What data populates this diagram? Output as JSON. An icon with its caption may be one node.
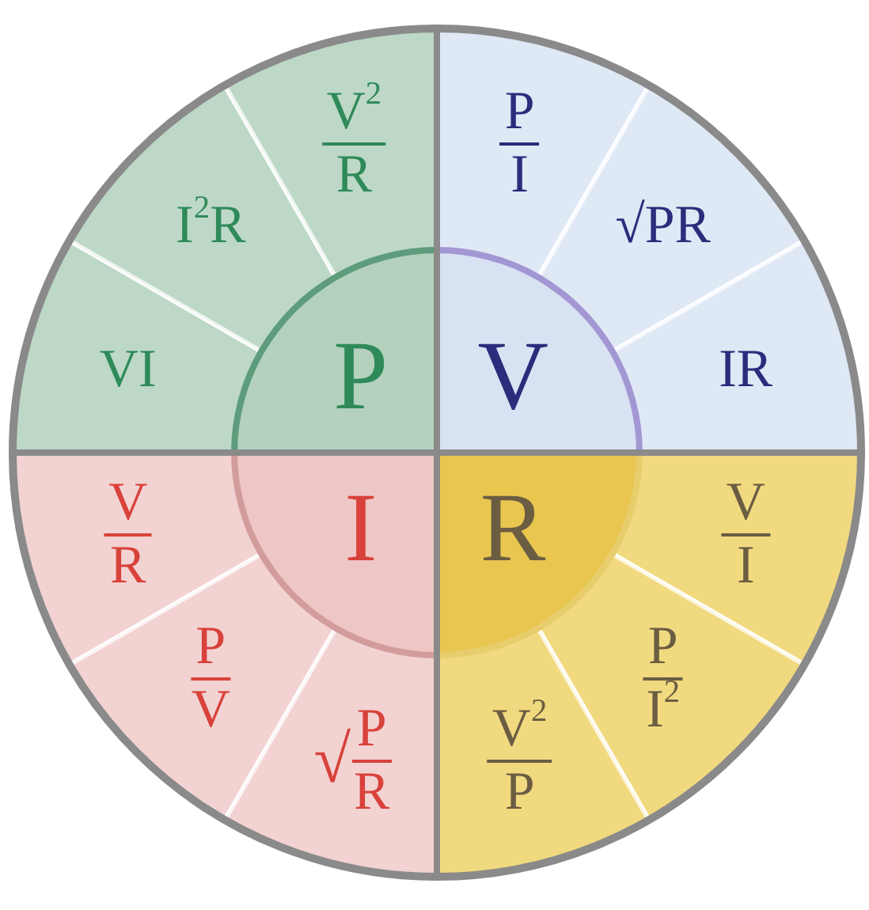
{
  "diagram": {
    "nodes": [
      {
        "text": [
          "P"
        ]
      },
      {
        "text": [
          "VI"
        ]
      },
      {
        "text": [
          "I$^{2}$R"
        ]
      },
      {
        "text": [
          "V$^{2}$",
          "R"
        ]
      },
      {
        "text": [
          "V"
        ]
      },
      {
        "text": [
          "P",
          "I"
        ]
      },
      {
        "text": [
          "√PR"
        ]
      },
      {
        "text": [
          "IR"
        ]
      },
      {
        "text": [
          "I"
        ]
      },
      {
        "text": [
          "V",
          "R"
        ]
      },
      {
        "text": [
          "P",
          "V"
        ]
      },
      {
        "text": [
          "√",
          "P",
          "R"
        ]
      },
      {
        "text": [
          "R"
        ]
      },
      {
        "text": [
          "V",
          "I"
        ]
      },
      {
        "text": [
          "P",
          "I$^{2}$"
        ]
      },
      {
        "text": [
          "V$^{2}$",
          "P"
        ]
      }
    ]
  }
}
